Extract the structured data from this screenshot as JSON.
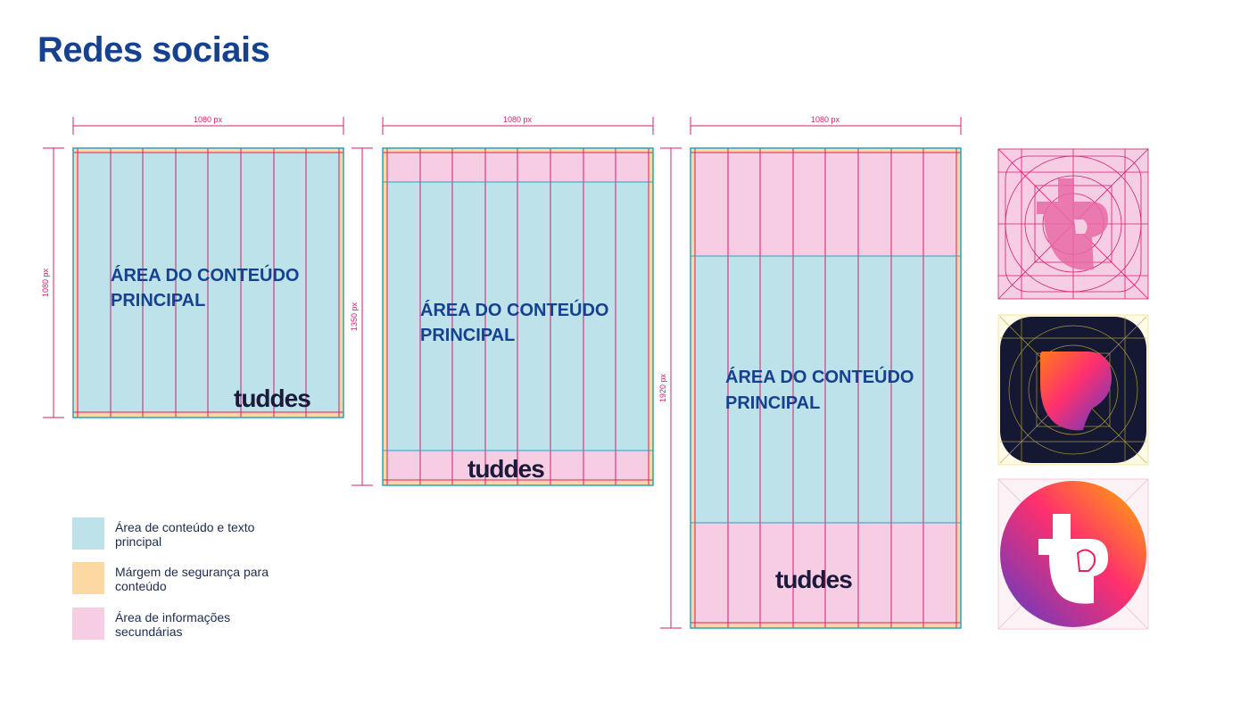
{
  "page": {
    "title": "Redes sociais"
  },
  "artboards": [
    {
      "width_label": "1080 px",
      "height_label": "1080 px",
      "main_area_label": [
        "ÁREA DO CONTEÚDO",
        "PRINCIPAL"
      ],
      "logo_text": "tuddes"
    },
    {
      "width_label": "1080 px",
      "height_label": "1350 px",
      "main_area_label": [
        "ÁREA DO CONTEÚDO",
        "PRINCIPAL"
      ],
      "logo_text": "tuddes"
    },
    {
      "width_label": "1080 px",
      "height_label": "1920 px",
      "main_area_label": [
        "ÁREA DO CONTEÚDO",
        "PRINCIPAL"
      ],
      "logo_text": "tuddes"
    }
  ],
  "legend": [
    {
      "label": "Área de conteúdo e texto principal",
      "color": "#bde2ea"
    },
    {
      "label": "Márgem de segurança para conteúdo",
      "color": "#fcd9a2"
    },
    {
      "label": "Área de informações secundárias",
      "color": "#f7cde3"
    }
  ],
  "icons": [
    "app-icon-construction-grid",
    "app-icon-dark-heart",
    "app-icon-circle-gradient"
  ],
  "colors": {
    "title": "#15418f",
    "main_area": "#bde2ea",
    "safety_margin": "#fcd9a2",
    "secondary_area": "#f7cde3",
    "guide": "#d4206f",
    "dimension": "#d4206f",
    "logo": "#1b1a3b",
    "icon_dark": "#141833",
    "gradient_start": "#ffb000",
    "gradient_mid": "#ff2f6e",
    "gradient_end": "#5a3cc9"
  }
}
